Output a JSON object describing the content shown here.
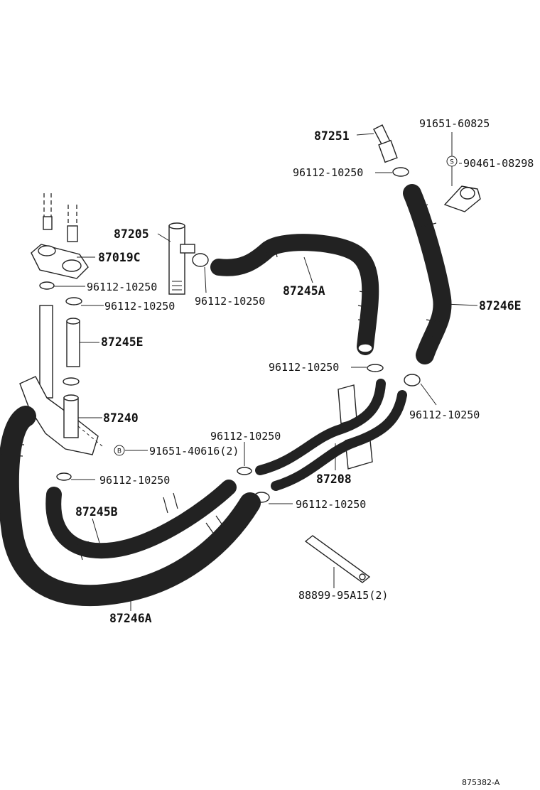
{
  "diagram": {
    "labels": {
      "p87251": "87251",
      "p91651_60825": "91651-60825",
      "p90461": "90461-08298",
      "p96112_a": "96112-10250",
      "p87205": "87205",
      "p87019c": "87019C",
      "p96112_b": "96112-10250",
      "p96112_c": "96112-10250",
      "p96112_d": "96112-10250",
      "p87245a": "87245A",
      "p87246e": "87246E",
      "p87245e": "87245E",
      "p96112_e": "96112-10250",
      "p96112_f": "96112-10250",
      "p87240": "87240",
      "p96112_g": "96112-10250",
      "p91651_40616": "91651-40616(2)",
      "p87208": "87208",
      "p96112_h": "96112-10250",
      "p96112_i": "96112-10250",
      "p87245b": "87245B",
      "p88899": "88899-95A15(2)",
      "p87246a": "87246A",
      "figure_id": "875382-A"
    },
    "symbols": {
      "s1": "S",
      "b1": "B"
    }
  }
}
